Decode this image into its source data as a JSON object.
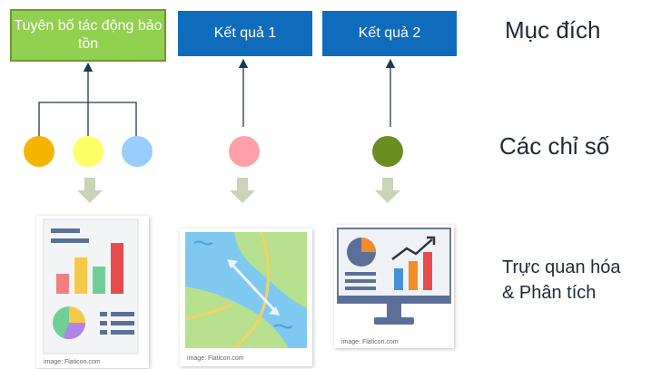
{
  "goal": {
    "label": "Tuyên bố tác động bảo tồn"
  },
  "results": [
    {
      "label": "Kết quả 1"
    },
    {
      "label": "Kết quả 2"
    }
  ],
  "row_labels": {
    "goal": "Mục đích",
    "indicators": "Các chỉ số",
    "visualization_line1": "Trực quan hóa",
    "visualization_line2": "& Phân tích"
  },
  "indicators": [
    {
      "name": "indicator-orange",
      "color": "#f5b400"
    },
    {
      "name": "indicator-yellow",
      "color": "#ffff66"
    },
    {
      "name": "indicator-blue",
      "color": "#99ccff"
    },
    {
      "name": "indicator-pink",
      "color": "#ffa0a8"
    },
    {
      "name": "indicator-green",
      "color": "#6b8e23"
    }
  ],
  "credits": [
    "image: Flaticon.com",
    "image: Flaticon.com",
    "image: Flaticon.com"
  ],
  "icons": [
    "report-chart-icon",
    "map-icon",
    "monitor-chart-icon"
  ]
}
